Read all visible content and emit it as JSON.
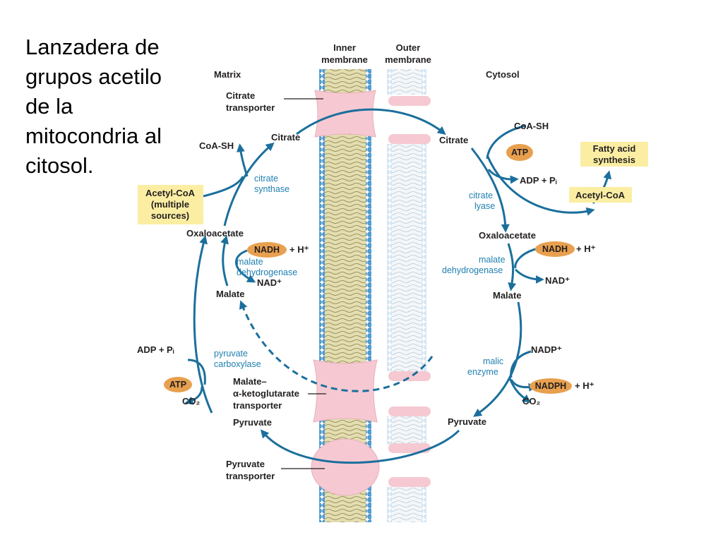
{
  "title": "Lanzadera de\ngrupos acetilo\nde la\nmitocondria al\ncitosol.",
  "regions": {
    "matrix": "Matrix",
    "cytosol": "Cytosol",
    "inner_membrane": [
      "Inner",
      "membrane"
    ],
    "outer_membrane": [
      "Outer",
      "membrane"
    ]
  },
  "transporters": {
    "citrate": [
      "Citrate",
      "transporter"
    ],
    "malate_akg": [
      "Malate–",
      "α-ketoglutarate",
      "transporter"
    ],
    "pyruvate": [
      "Pyruvate",
      "transporter"
    ]
  },
  "matrix_side": {
    "citrate": "Citrate",
    "coa_sh": "CoA-SH",
    "citrate_synthase": [
      "citrate",
      "synthase"
    ],
    "acetyl_coa_box": [
      "Acetyl-CoA",
      "(multiple",
      "sources)"
    ],
    "oxaloacetate": "Oxaloacetate",
    "nadh": "NADH",
    "h_plus": "+ H⁺",
    "malate_dh": [
      "malate",
      "dehydrogenase"
    ],
    "nad_plus": "NAD⁺",
    "malate": "Malate",
    "adp_pi": "ADP + Pᵢ",
    "pyruvate_carboxylase": [
      "pyruvate",
      "carboxylase"
    ],
    "atp": "ATP",
    "co2": "CO₂",
    "pyruvate": "Pyruvate"
  },
  "cytosol_side": {
    "citrate": "Citrate",
    "coa_sh": "CoA-SH",
    "atp": "ATP",
    "adp_pi": "ADP + Pᵢ",
    "fatty_acid_box": [
      "Fatty acid",
      "synthesis"
    ],
    "citrate_lyase": [
      "citrate",
      "lyase"
    ],
    "acetyl_coa_box": "Acetyl-CoA",
    "oxaloacetate": "Oxaloacetate",
    "nadh": "NADH",
    "h_plus": "+ H⁺",
    "malate_dh": [
      "malate",
      "dehydrogenase"
    ],
    "nad_plus": "NAD⁺",
    "malate": "Malate",
    "nadp_plus": "NADP⁺",
    "malic_enzyme": [
      "malic",
      "enzyme"
    ],
    "nadph": "NADPH",
    "h_plus2": "+ H⁺",
    "co2": "CO₂",
    "pyruvate": "Pyruvate"
  },
  "colors": {
    "arrow": "#1b6f9c",
    "enzyme_text": "#1f7fb0",
    "transporter": "#f6c9d2",
    "pill": "#e8a04f",
    "box": "#fbeea3",
    "membrane_blue": "#4f9fd6",
    "membrane_core": "#d9d29a"
  }
}
